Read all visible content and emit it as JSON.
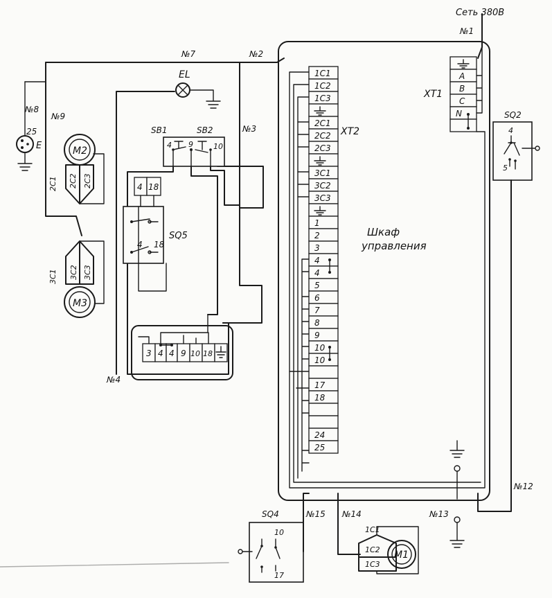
{
  "header": {
    "supply_label": "Сеть 380В",
    "supply_wire": "№1"
  },
  "wires": {
    "n2": "№2",
    "n3": "№3",
    "n4": "№4",
    "n7": "№7",
    "n8": "№8",
    "n9": "№9",
    "n12": "№12",
    "n13": "№13",
    "n14": "№14",
    "n15": "№15"
  },
  "cabinet": {
    "label_line1": "Шкаф",
    "label_line2": "управления"
  },
  "xt1": {
    "name": "XT1",
    "terminals": [
      "A",
      "B",
      "C",
      "N"
    ]
  },
  "xt2": {
    "name": "XT2",
    "terminals": [
      "1C1",
      "1C2",
      "1C3",
      "2C1",
      "2C2",
      "2C3",
      "3C1",
      "3C2",
      "3C3",
      "1",
      "2",
      "3",
      "4",
      "4",
      "5",
      "6",
      "7",
      "8",
      "9",
      "10",
      "10",
      "",
      "17",
      "18",
      "",
      "",
      "24",
      "25"
    ]
  },
  "components": {
    "el": "EL",
    "sb1": "SB1",
    "sb2": "SB2",
    "sb_terms": [
      "4",
      "9",
      "10"
    ],
    "sq5": "SQ5",
    "sq5_terms": [
      "4",
      "18"
    ],
    "sq5_box_terms": [
      "4",
      "18"
    ],
    "sq2": "SQ2",
    "sq2_terms": [
      "4",
      "5"
    ],
    "sq4": "SQ4",
    "sq4_terms": [
      "10",
      "17"
    ],
    "outlet": "E",
    "outlet_term": "25",
    "m1": "M1",
    "m1_terms": [
      "1C1",
      "1C2",
      "1C3"
    ],
    "m2": "M2",
    "m2_terms": [
      "2C1",
      "2C2",
      "2C3"
    ],
    "m3": "M3",
    "m3_terms": [
      "3C1",
      "3C2",
      "3C3"
    ]
  },
  "bottom_block": {
    "terminals": [
      "3",
      "4",
      "4",
      "9",
      "10",
      "18"
    ]
  }
}
